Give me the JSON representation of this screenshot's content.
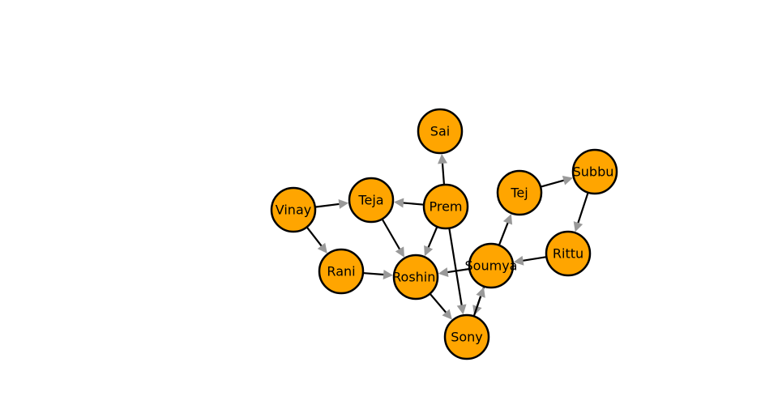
{
  "colors": {
    "node_fill": "#FFA500",
    "node_stroke": "#000000",
    "edge": "#000000",
    "arrow": "#999999",
    "background": "#FFFFFF"
  },
  "nodes": [
    {
      "id": "Sai",
      "label": "Sai"
    },
    {
      "id": "Teja",
      "label": "Teja"
    },
    {
      "id": "Prem",
      "label": "Prem"
    },
    {
      "id": "Vinay",
      "label": "Vinay"
    },
    {
      "id": "Tej",
      "label": "Tej"
    },
    {
      "id": "Subbu",
      "label": "Subbu"
    },
    {
      "id": "Rittu",
      "label": "Rittu"
    },
    {
      "id": "Rani",
      "label": "Rani"
    },
    {
      "id": "Roshini",
      "label": "Roshini"
    },
    {
      "id": "Soumya",
      "label": "Soumya"
    },
    {
      "id": "Sony",
      "label": "Sony"
    }
  ],
  "edges": [
    {
      "from": "Vinay",
      "to": "Teja"
    },
    {
      "from": "Vinay",
      "to": "Rani"
    },
    {
      "from": "Prem",
      "to": "Sai"
    },
    {
      "from": "Prem",
      "to": "Teja"
    },
    {
      "from": "Prem",
      "to": "Roshini"
    },
    {
      "from": "Prem",
      "to": "Sony"
    },
    {
      "from": "Teja",
      "to": "Roshini"
    },
    {
      "from": "Rani",
      "to": "Roshini"
    },
    {
      "from": "Roshini",
      "to": "Sony"
    },
    {
      "from": "Soumya",
      "to": "Roshini"
    },
    {
      "from": "Soumya",
      "to": "Tej"
    },
    {
      "from": "Soumya",
      "to": "Sony"
    },
    {
      "from": "Sony",
      "to": "Soumya"
    },
    {
      "from": "Tej",
      "to": "Subbu"
    },
    {
      "from": "Subbu",
      "to": "Rittu"
    },
    {
      "from": "Rittu",
      "to": "Soumya"
    }
  ]
}
